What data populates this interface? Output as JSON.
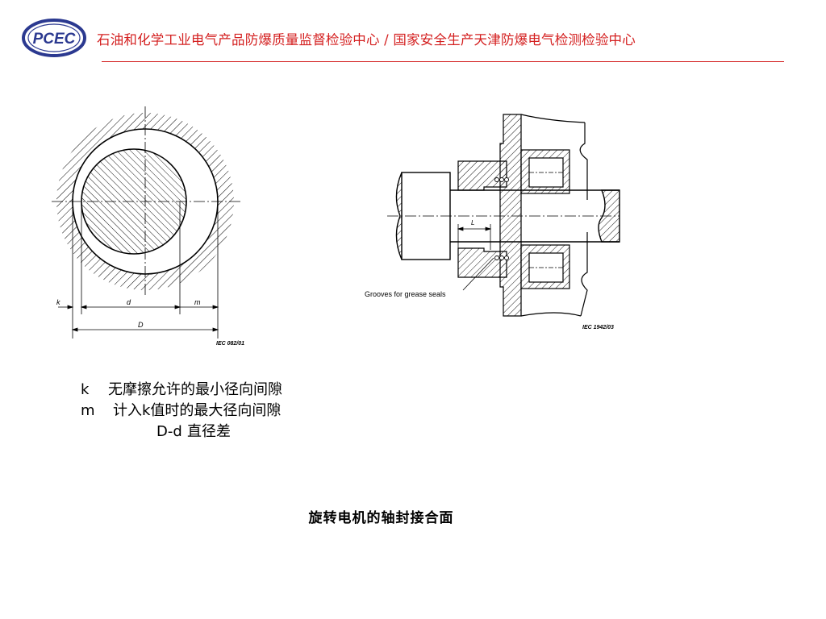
{
  "header": {
    "logo_text": "PCEC",
    "title": "石油和化学工业电气产品防爆质量监督检验中心 / 国家安全生产天津防爆电气检测检验中心",
    "colors": {
      "accent": "#d42020",
      "logo": "#2b3990"
    }
  },
  "figure_left": {
    "labels": {
      "k": "k",
      "d": "d",
      "m": "m",
      "D": "D"
    },
    "ref": "IEC 082/01"
  },
  "figure_right": {
    "labels": {
      "L": "L",
      "grooves": "Grooves for grease seals"
    },
    "ref": "IEC   1942/03"
  },
  "legend": [
    {
      "symbol": "k",
      "text": "无摩擦允许的最小径向间隙"
    },
    {
      "symbol": "m",
      "text": "计入k值时的最大径向间隙"
    },
    {
      "symbol": "D-d",
      "text": "直径差"
    }
  ],
  "caption": "旋转电机的轴封接合面"
}
